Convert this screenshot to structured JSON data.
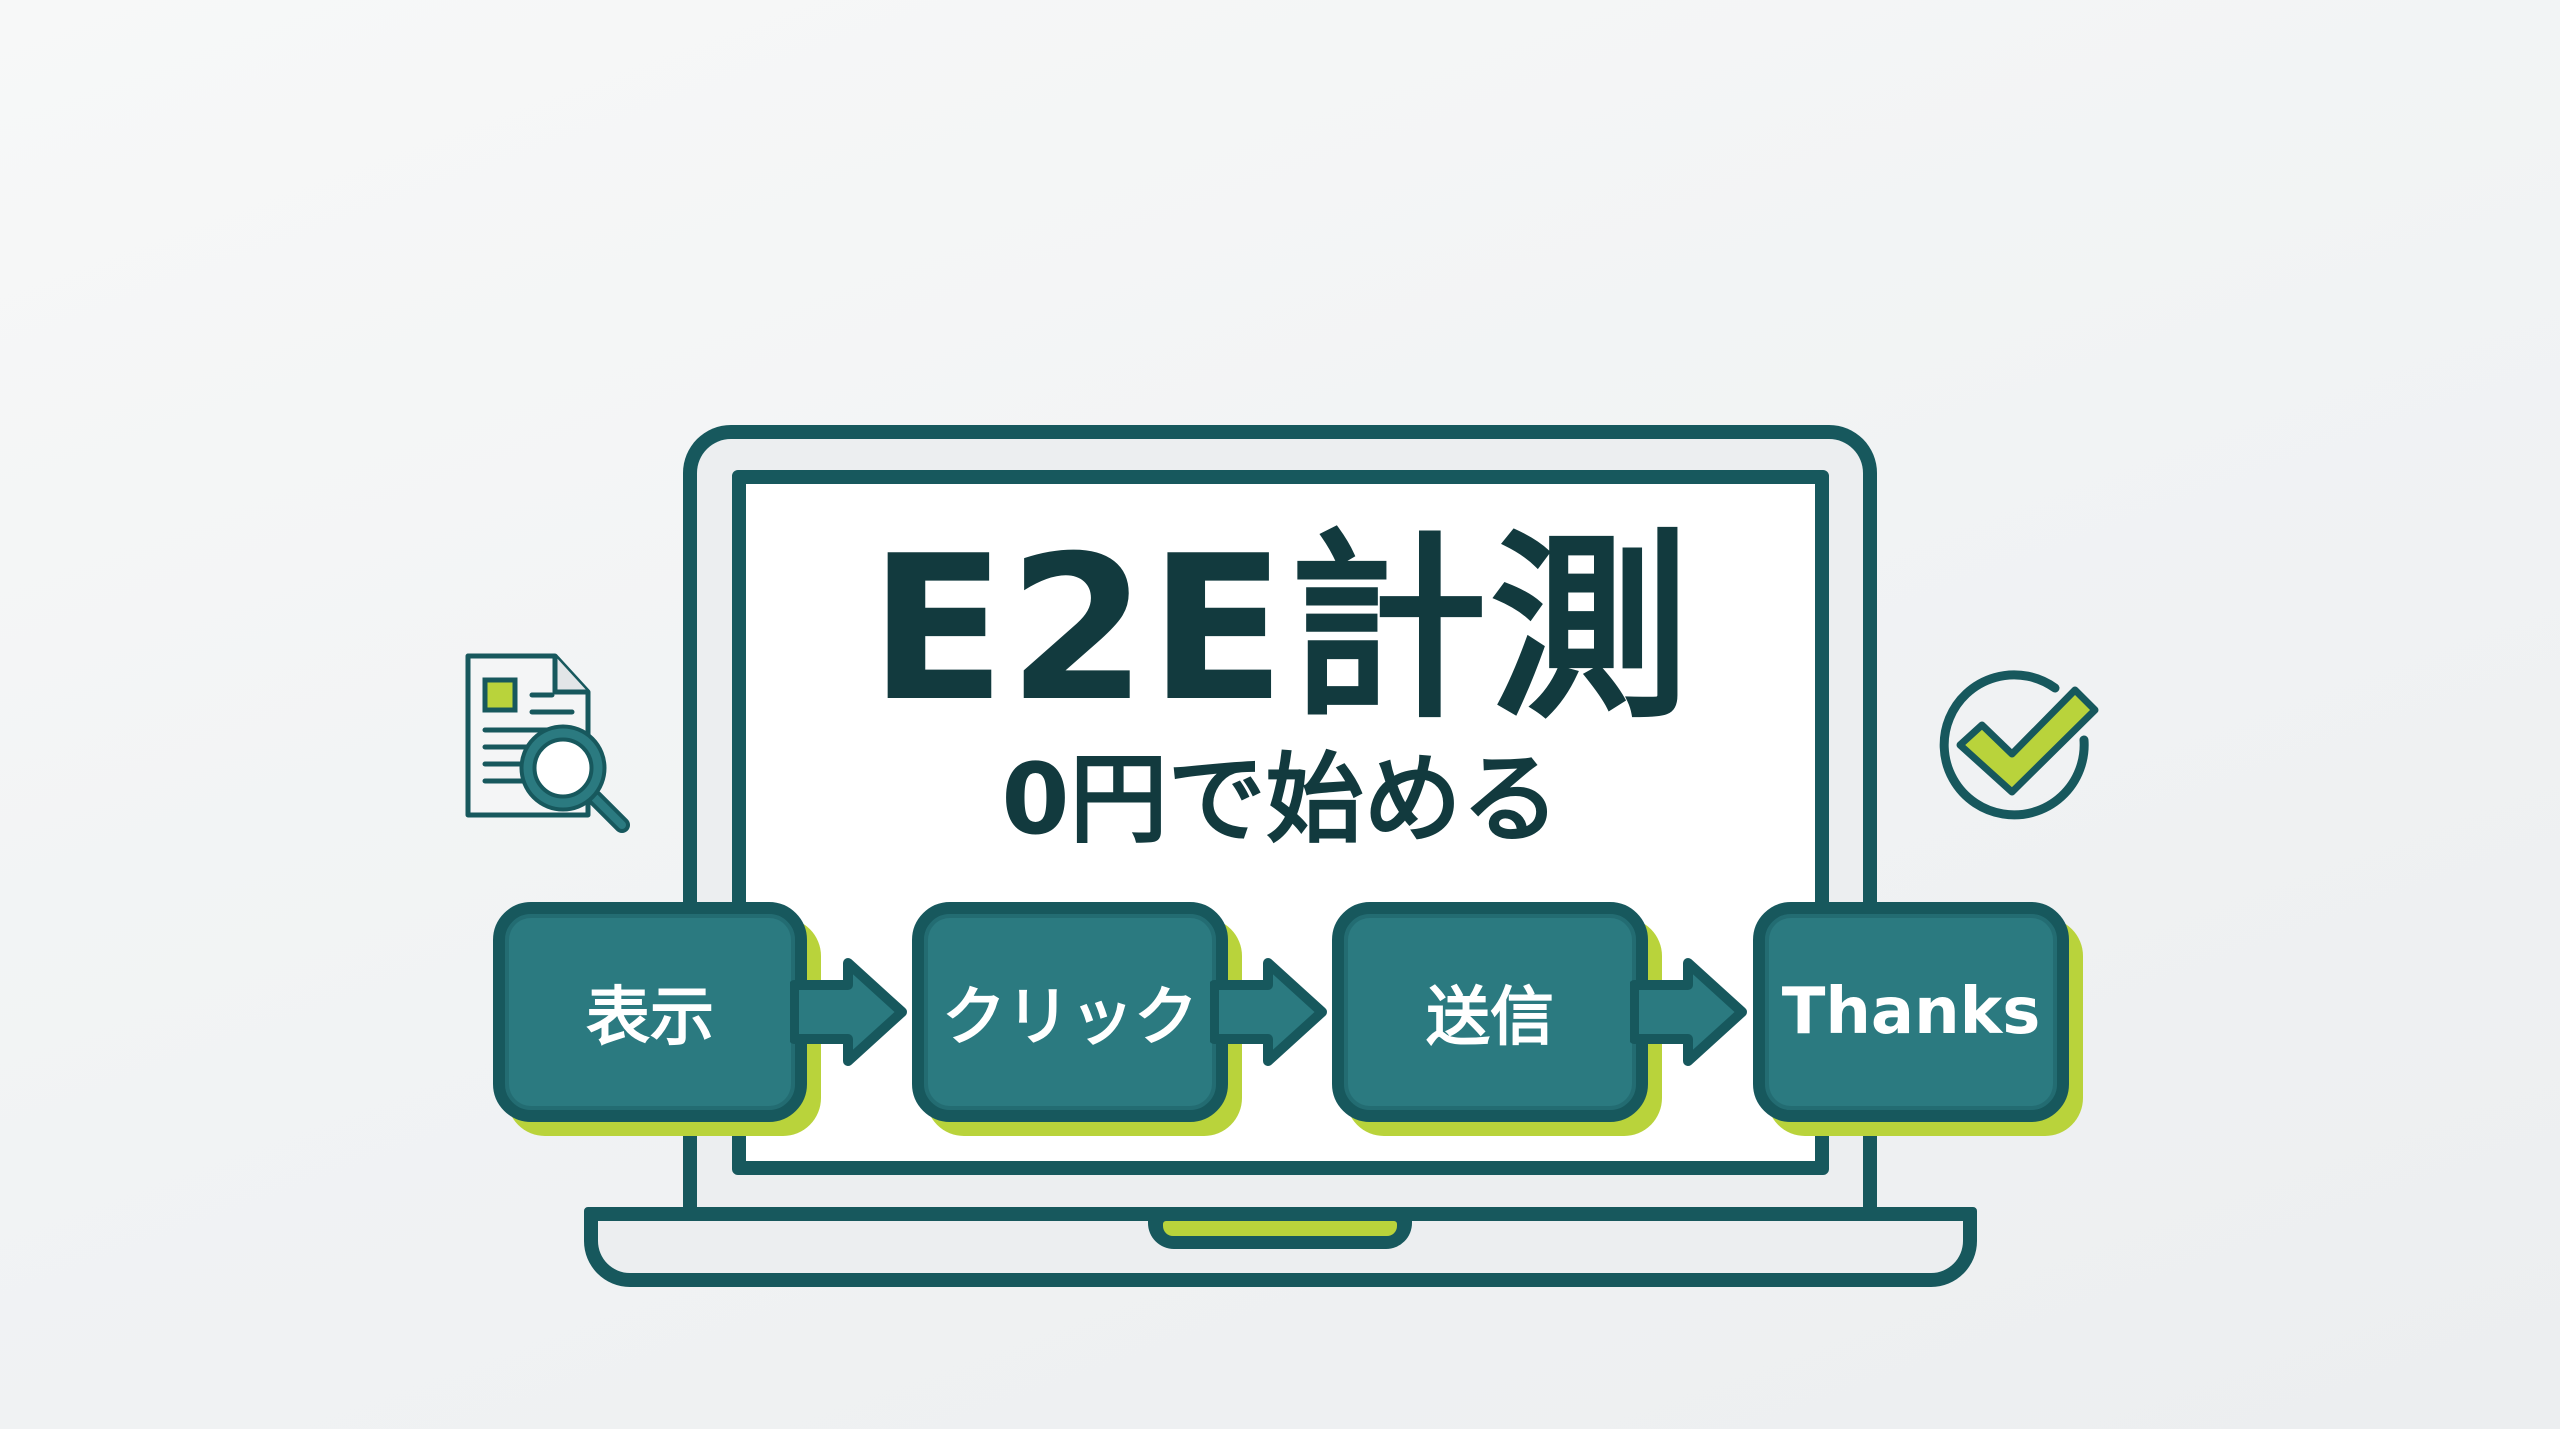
{
  "title": "E2E計測",
  "subtitle": "0円で始める",
  "colors": {
    "primary_dark": "#17585d",
    "step_fill": "#2b7a80",
    "accent_lime": "#b9d33b",
    "text_dark": "#123a3e",
    "background": "#f1f3f4"
  },
  "flow": {
    "steps": [
      {
        "label": "表示"
      },
      {
        "label": "クリック"
      },
      {
        "label": "送信"
      },
      {
        "label": "Thanks"
      }
    ],
    "connector": "arrow-right-icon"
  },
  "icons": {
    "left": "document-search-icon",
    "right": "check-circle-icon"
  }
}
